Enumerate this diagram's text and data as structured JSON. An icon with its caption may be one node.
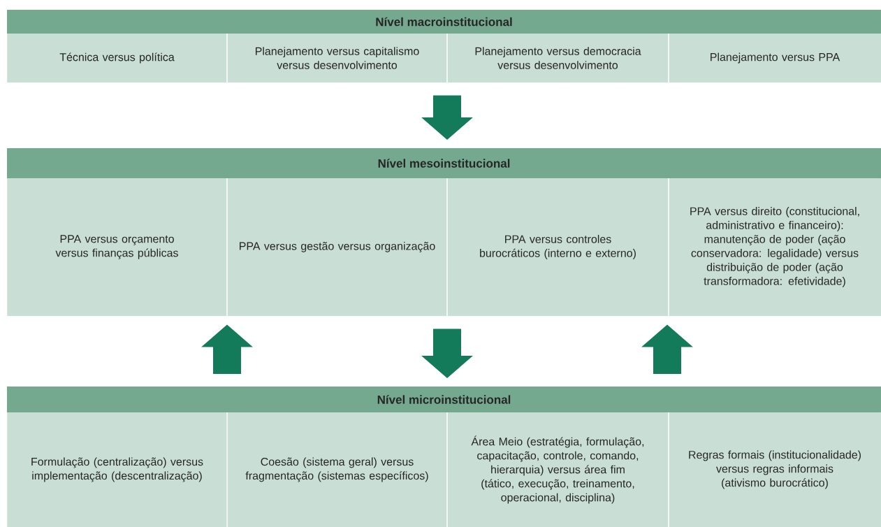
{
  "diagram": {
    "nodes": [
      {
        "text": [
          "Nível macroinstitucional"
        ]
      },
      {
        "text": [
          "Técnica versus política"
        ],
        "in": 0
      },
      {
        "text": [
          "Planejamento versus capitalismo versus desenvolvimento"
        ],
        "in": 0
      },
      {
        "text": [
          "Planejamento versus democracia versus desenvolvimento"
        ],
        "in": 0
      },
      {
        "text": [
          "Planejamento versus PPA"
        ],
        "in": 0
      },
      {
        "text": [
          "Nível mesoinstitucional"
        ]
      },
      {
        "text": [
          "PPA versus orçamento versus finanças públicas"
        ],
        "in": 5
      },
      {
        "text": [
          "PPA versus gestão versus organização"
        ],
        "in": 5
      },
      {
        "text": [
          "PPA versus controles burocráticos (interno e externo)"
        ],
        "in": 5
      },
      {
        "text": [
          "PPA versus direito (constitucional, administrativo e financeiro): manutenção de poder (ação conservadora: legalidade) versus distribuição de poder (ação transformadora: efetividade)"
        ],
        "in": 5
      },
      {
        "text": [
          "Nível microinstitucional"
        ]
      },
      {
        "text": [
          "Formulação (centralização) versus implementação (descentralização)"
        ],
        "in": 10
      },
      {
        "text": [
          "Coesão (sistema geral) versus fragmentação (sistemas específicos)"
        ],
        "in": 10
      },
      {
        "text": [
          "Área Meio (estratégia, formulação, capacitação, controle, comando, hierarquia) versus área fim (tático, execução, treinamento, operacional, disciplina)"
        ],
        "in": 10
      },
      {
        "text": [
          "Regras formais (institucionalidade) versus regras informais (ativismo burocrático)"
        ],
        "in": 10
      }
    ],
    "edges": [
      {
        "from": 0,
        "to": 5,
        "arrow": "to"
      },
      {
        "from": 10,
        "to": 5,
        "arrow": "to"
      },
      {
        "from": 5,
        "to": 10,
        "arrow": "to"
      },
      {
        "from": 10,
        "to": 5,
        "arrow": "to"
      }
    ]
  }
}
